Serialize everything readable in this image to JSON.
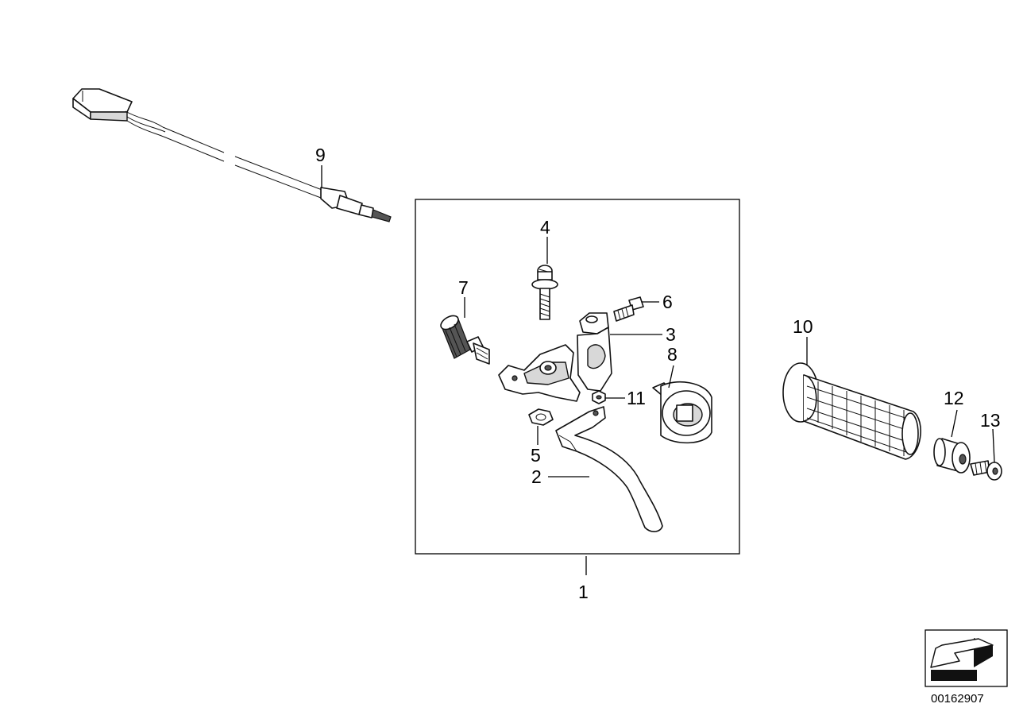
{
  "callouts": {
    "c1": "1",
    "c2": "2",
    "c3": "3",
    "c4": "4",
    "c5": "5",
    "c6": "6",
    "c7": "7",
    "c8": "8",
    "c9": "9",
    "c10": "10",
    "c11": "11",
    "c12": "12",
    "c13": "13"
  },
  "reference_number": "00162907",
  "icons": {
    "orientation": "arrow-direction-icon"
  }
}
